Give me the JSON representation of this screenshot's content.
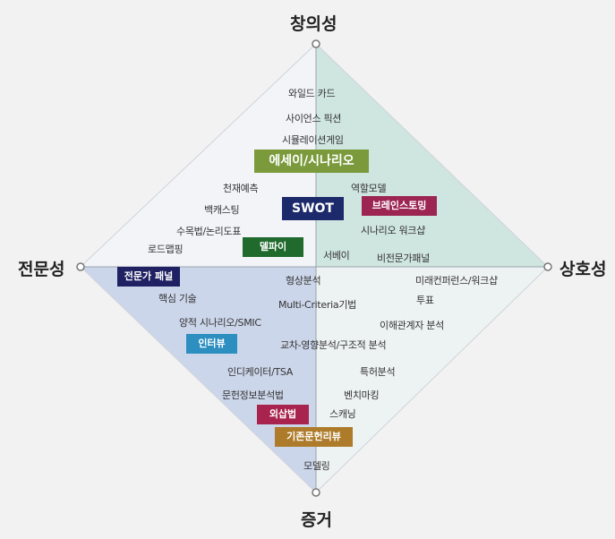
{
  "axes": {
    "top": "창의성",
    "left": "전문성",
    "right": "상호성",
    "bottom": "증거"
  },
  "colors": {
    "top_right_fill": "#cfe5df",
    "bottom_left_fill": "#ccd6ea",
    "top_left_fill": "#f3f4f8",
    "bottom_right_fill": "#edf3f2",
    "essay": "#7a9a3b",
    "swot": "#1c2a6b",
    "brainstorm": "#9c2551",
    "delphi": "#1f6a2c",
    "expert_panel": "#1f2163",
    "interview": "#2c8fc0",
    "focus_group": "#a8244f",
    "literature_review": "#ae7b2a"
  },
  "labels": {
    "wildcard": "와일드 카드",
    "scifi": "사이언스 픽션",
    "simulation": "시뮬레이션게임",
    "genius": "천재예측",
    "role_model": "역할모델",
    "backcasting": "백캐스팅",
    "roadmap_logic": "수목법/논리도표",
    "scenario_workshop": "시나리오 워크샵",
    "roadmapping": "로드맵핑",
    "survey": "서베이",
    "non_expert_panel": "비전문가패널",
    "morphological": "형상분석",
    "future_workshop": "미래컨퍼런스/워크샵",
    "key_tech": "핵심 기술",
    "voting": "투표",
    "multi_criteria": "Multi-Criteria기법",
    "quant_scenario": "양적 시나리오/SMIC",
    "stakeholder": "이해관계자 분석",
    "cross_impact": "교차-영향분석/구조적 분석",
    "indicators": "인디케이터/TSA",
    "patent": "특허분석",
    "bibliometrics": "문헌정보분석법",
    "benchmarking": "벤치마킹",
    "scanning": "스캐닝",
    "modelling": "모델링"
  },
  "boxes": {
    "essay": "에세이/시나리오",
    "swot": "SWOT",
    "brainstorm": "브레인스토밍",
    "delphi": "델파이",
    "expert_panel": "전문가 패널",
    "interview": "인터뷰",
    "extrapolation": "외삽법",
    "literature_review": "기존문헌리뷰"
  }
}
